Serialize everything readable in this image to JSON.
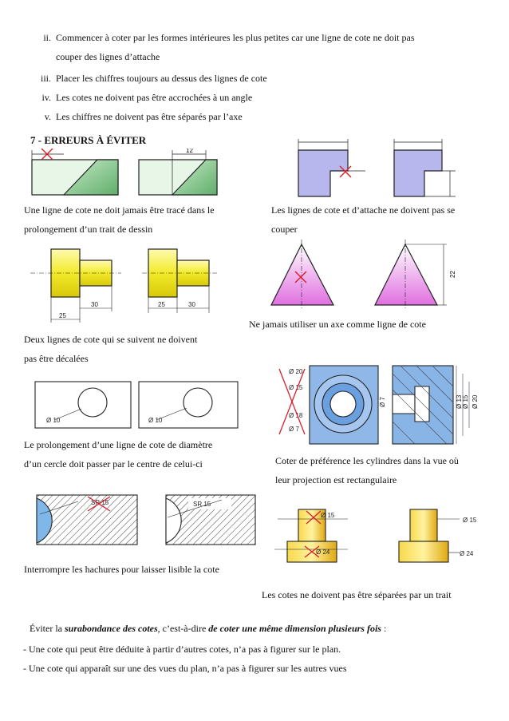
{
  "rules": [
    {
      "num": "ii.",
      "line1": "Commencer à coter par les formes intérieures les plus petites car une ligne de cote ne doit pas",
      "line2": "couper des lignes d’attache"
    },
    {
      "num": "iii.",
      "line1": "Placer les chiffres toujours au dessus des lignes de cote"
    },
    {
      "num": "iv.",
      "line1": "Les cotes ne doivent pas être accrochées à un angle"
    },
    {
      "num": "v.",
      "line1": "Les chiffres ne doivent pas être séparés par l’axe"
    }
  ],
  "section_title": "7 - ERREURS À ÉVITER",
  "captions": {
    "c1_l1": "Une ligne de cote ne doit jamais être tracé dans le",
    "c1_l2": "prolongement d’un trait de dessin",
    "c2_l1": "Les lignes de cote et d’attache ne doivent pas se",
    "c2_l2": "couper",
    "c3": "Ne jamais utiliser un axe comme ligne de cote",
    "c4_l1": "Deux lignes de cote qui se suivent ne doivent",
    "c4_l2": "pas être décalées",
    "c5_l1": "Le prolongement d’une ligne de cote de diamètre",
    "c5_l2": "d’un cercle doit passer par le centre de celui-ci",
    "c6_l1": "Coter de préférence les cylindres dans la vue où",
    "c6_l2": "leur projection est rectangulaire",
    "c7": "Interrompre les hachures pour laisser lisible la cote",
    "c8": "Les cotes ne doivent pas être séparées par un trait"
  },
  "figure_labels": {
    "f1_right": "12",
    "f3_height": "22",
    "f4_left_a": "25",
    "f4_left_b": "30",
    "f4_right_a": "25",
    "f4_right_b": "30",
    "f5_left": "Ø 10",
    "f5_right": "Ø 10",
    "f6_left_1": "Ø 20",
    "f6_left_2": "Ø 15",
    "f6_left_3": "Ø 18",
    "f6_left_4": "Ø 7",
    "f6_right_1": "Ø 7",
    "f6_right_2": "Ø 13",
    "f6_right_3": "Ø 15",
    "f6_right_4": "Ø 20",
    "f7_left": "SR 15",
    "f7_right": "SR 15",
    "f8_left_1": "Ø 15",
    "f8_left_2": "Ø 24",
    "f8_right_1": "Ø 15",
    "f8_right_2": "Ø 24"
  },
  "bottom": {
    "l1_a": "Éviter la ",
    "l1_b": "surabondance des cotes",
    "l1_c": ", c’est-à-dire ",
    "l1_d": "de coter une même dimension plusieurs fois",
    "l1_e": " :",
    "l2": "- Une cote qui peut être déduite à partir d’autres cotes, n’a pas à figurer sur le plan.",
    "l3": "- Une cote qui apparaît sur une des vues du plan, n’a pas à figurer sur les autres vues"
  },
  "colors": {
    "green": "#8fcf8f",
    "blue": "#7f7fd6",
    "magenta": "#e070e0",
    "yellow": "#f2ea2a",
    "gold": "#f0c020",
    "error": "#d8202a"
  }
}
